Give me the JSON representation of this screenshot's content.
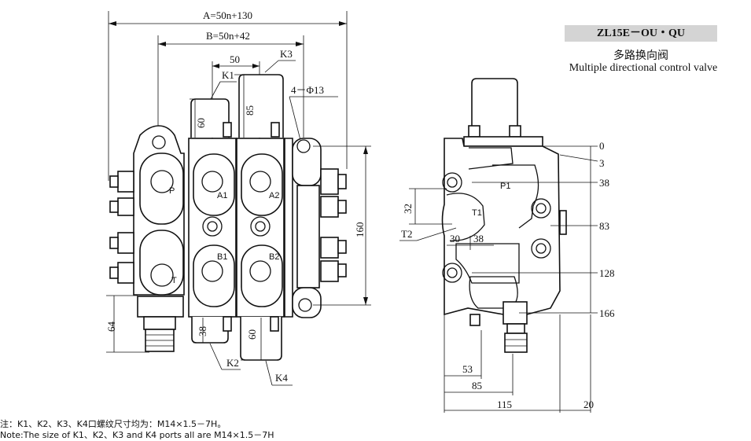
{
  "model": "ZL15E－OU・QU",
  "title_cn": "多路换向阀",
  "title_en": "Multiple directional control valve",
  "front_view": {
    "dim_overall": "A=50n+130",
    "dim_body": "B=50n+42",
    "dim_pitch": "50",
    "dim_height_total": "160",
    "dim_top_spool_a": "60",
    "dim_top_spool_b": "85",
    "dim_bottom_left": "64",
    "dim_bottom_spool_a": "38",
    "dim_bottom_spool_b": "60",
    "mount_holes": "4－Φ13",
    "ports": {
      "p": "P",
      "t": "T",
      "a1": "A1",
      "a2": "A2",
      "b1": "B1",
      "b2": "B2"
    },
    "callouts": {
      "k1": "K1",
      "k2": "K2",
      "k3": "K3",
      "k4": "K4"
    }
  },
  "side_view": {
    "vertical_dims": [
      "0",
      "3",
      "38",
      "83",
      "128",
      "166"
    ],
    "dim_32": "32",
    "dim_30": "30",
    "dim_38": "38",
    "dim_53": "53",
    "dim_85": "85",
    "dim_115": "115",
    "dim_20": "20",
    "ports": {
      "p1": "P1",
      "t1": "T1",
      "t2": "T2"
    }
  },
  "notes": {
    "cn": "注：K1、K2、K3、K4口螺纹尺寸均为：M14×1.5－7H。",
    "en": "Note:The size of K1、K2、K3 and K4 ports all are M14×1.5－7H"
  }
}
